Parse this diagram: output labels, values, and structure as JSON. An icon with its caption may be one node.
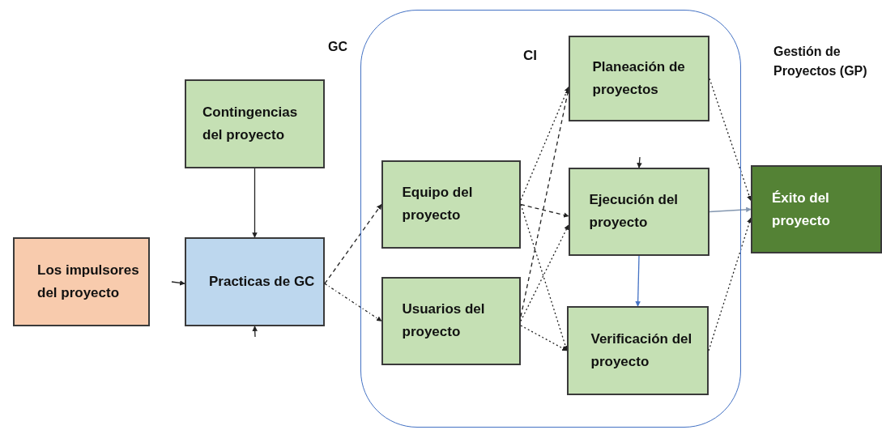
{
  "diagram": {
    "nodes": [
      {
        "text": [
          "Los impulsores del proyecto"
        ]
      },
      {
        "text": [
          "Contingencias del proyecto"
        ]
      },
      {
        "text": [
          "Practicas de GC"
        ]
      },
      {
        "text": [
          "CI"
        ]
      },
      {
        "text": [
          "Equipo del proyecto"
        ],
        "in": 3
      },
      {
        "text": [
          "Usuarios del proyecto"
        ],
        "in": 3
      },
      {
        "text": [
          "Planeación de proyectos"
        ],
        "in": 3
      },
      {
        "text": [
          "Ejecución del proyecto"
        ],
        "in": 3
      },
      {
        "text": [
          "Verificación del proyecto"
        ],
        "in": 3
      },
      {
        "text": [
          "Éxito del proyecto"
        ]
      }
    ],
    "edges": [
      {
        "from": 1,
        "to": 2,
        "arrow": "to"
      },
      {
        "from": null,
        "to": 2,
        "arrow": "to"
      },
      {
        "from": null,
        "to": 2,
        "arrow": "to"
      },
      {
        "from": 2,
        "to": 4,
        "arrow": "to",
        "style": "dashed"
      },
      {
        "from": 2,
        "to": 5,
        "arrow": "to",
        "style": "dashed"
      },
      {
        "from": 4,
        "to": 6,
        "arrow": "to",
        "style": "dashed"
      },
      {
        "from": 4,
        "to": 7,
        "arrow": "to",
        "style": "dashed"
      },
      {
        "from": 4,
        "to": 8,
        "arrow": "to",
        "style": "dashed"
      },
      {
        "from": 5,
        "to": 6,
        "arrow": "to",
        "style": "dashed"
      },
      {
        "from": 5,
        "to": 7,
        "arrow": "to",
        "style": "dashed"
      },
      {
        "from": 5,
        "to": 8,
        "arrow": "to",
        "style": "dashed"
      },
      {
        "from": 6,
        "to": 9,
        "arrow": "to",
        "style": "dashed"
      },
      {
        "from": 7,
        "to": 9,
        "arrow": "to",
        "color": "#8497b0"
      },
      {
        "from": 8,
        "to": 9,
        "arrow": "to",
        "style": "dashed"
      },
      {
        "from": 7,
        "to": 8,
        "arrow": "to",
        "color": "#4472c4"
      },
      {
        "from": null,
        "to": 7,
        "arrow": "to"
      }
    ],
    "labels": [
      "GC",
      "Gestión de Proyectos (GP)"
    ]
  }
}
